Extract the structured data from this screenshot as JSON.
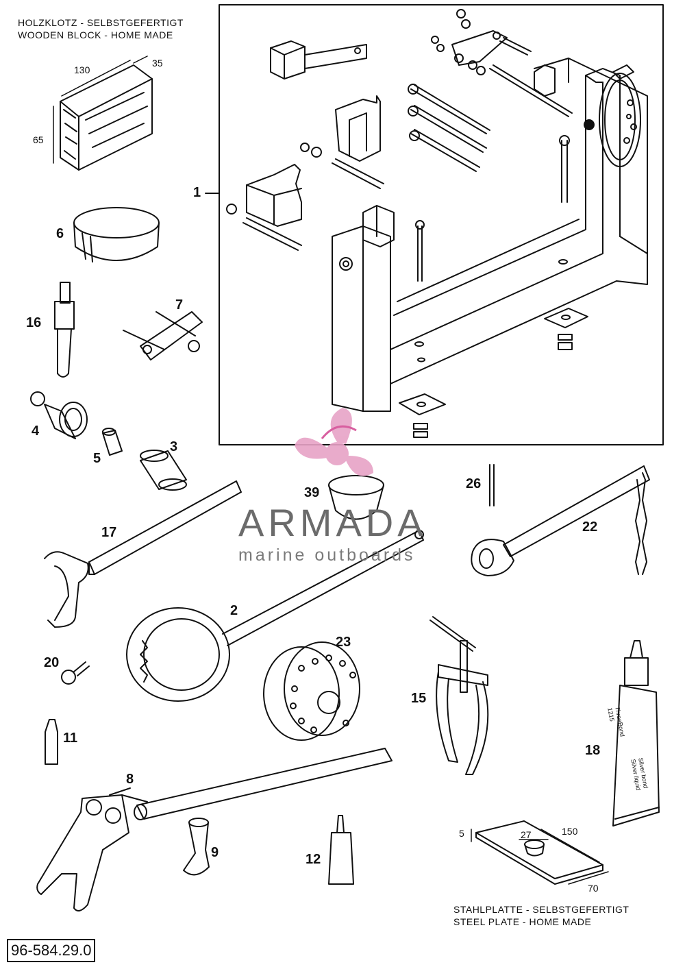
{
  "notes": {
    "wooden_block_de": "HOLZKLOTZ - SELBSTGEFERTIGT",
    "wooden_block_en": "WOODEN BLOCK - HOME MADE",
    "steel_plate_de": "STAHLPLATTE - SELBSTGEFERTIGT",
    "steel_plate_en": "STEEL PLATE - HOME MADE"
  },
  "dimensions": {
    "block_length": "130",
    "block_width": "35",
    "block_height": "65",
    "plate_thickness": "5",
    "plate_hole": "27",
    "plate_length": "150",
    "plate_width": "70"
  },
  "callouts": {
    "c1": "1",
    "c2": "2",
    "c3": "3",
    "c4": "4",
    "c5": "5",
    "c6": "6",
    "c7": "7",
    "c8": "8",
    "c9": "9",
    "c11": "11",
    "c12": "12",
    "c15": "15",
    "c16": "16",
    "c17": "17",
    "c18": "18",
    "c20": "20",
    "c22": "22",
    "c23": "23",
    "c26": "26",
    "c39": "39"
  },
  "tube_label": {
    "brand": "ThreeBond",
    "code": "1215",
    "text1": "Silver bond",
    "text2": "Silver liquid"
  },
  "document_number": "96-584.29.0",
  "watermark": {
    "title": "ARMADA",
    "subtitle": "marine outboards",
    "logo_color": "#e7a3c6"
  },
  "icons": [
    "propeller-logo-icon"
  ]
}
